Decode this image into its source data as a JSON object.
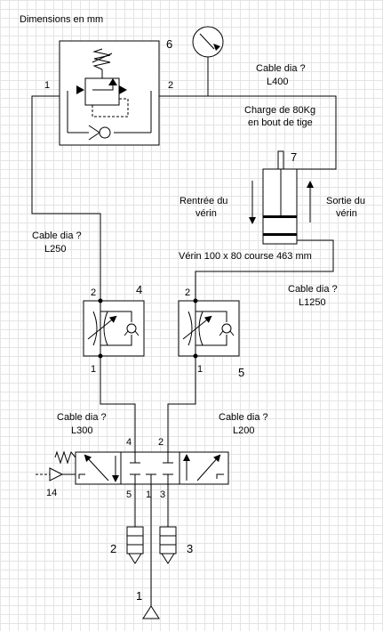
{
  "title": "Dimensions en mm",
  "components": {
    "regulator": {
      "number": "6",
      "port_in": "1",
      "port_out": "2"
    },
    "cylinder": {
      "number": "7",
      "load_line1": "Charge de 80Kg",
      "load_line2": "en bout de tige",
      "retract_line1": "Rentrée du",
      "retract_line2": "vérin",
      "extend_line1": "Sortie du",
      "extend_line2": "vérin",
      "spec": "Vérin 100 x 80 course 463 mm"
    },
    "flow_left": {
      "number": "4",
      "port_top": "2",
      "port_bottom": "1"
    },
    "flow_right": {
      "number": "5",
      "port_top": "2",
      "port_bottom": "1"
    },
    "valve": {
      "port_4": "4",
      "port_2": "2",
      "port_5": "5",
      "port_1": "1",
      "port_3": "3",
      "pilot": "14"
    },
    "silencers": {
      "left": "2",
      "right": "3"
    },
    "supply": {
      "number": "1"
    }
  },
  "cables": {
    "c400": {
      "line1": "Cable dia ?",
      "line2": "L400"
    },
    "c250": {
      "line1": "Cable dia ?",
      "line2": "L250"
    },
    "c1250": {
      "line1": "Cable dia ?",
      "line2": "L1250"
    },
    "c300": {
      "line1": "Cable dia ?",
      "line2": "L300"
    },
    "c200": {
      "line1": "Cable dia ?",
      "line2": "L200"
    }
  }
}
